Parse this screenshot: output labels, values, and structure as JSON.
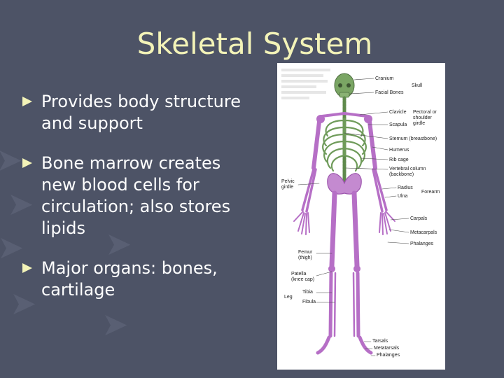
{
  "slide": {
    "title": "Skeletal System",
    "bullets": [
      "Provides body structure and support",
      "Bone marrow creates new blood cells for circulation; also stores lipids",
      "Major organs: bones, cartilage"
    ]
  },
  "colors": {
    "background": "#4d5366",
    "title": "#f3f3b8",
    "bullet_text": "#ffffff",
    "bone_purple": "#b66fc6",
    "bone_green": "#6f9b5a"
  },
  "figure": {
    "labels": {
      "cranium": "Cranium",
      "facial_bones": "Facial Bones",
      "skull": "Skull",
      "clavicle": "Clavicle",
      "scapula": "Scapula",
      "pectoral_girdle": "Pectoral or shoulder girdle",
      "sternum": "Sternum (breastbone)",
      "humerus": "Humerus",
      "rib_cage": "Rib cage",
      "vertebral_column": "Vertebral column (backbone)",
      "pelvic_girdle": "Pelvic girdle",
      "radius": "Radius",
      "ulna": "Ulna",
      "forearm": "Forearm",
      "carpals": "Carpals",
      "metacarpals": "Metacarpals",
      "phalanges_hand": "Phalanges",
      "femur": "Femur (thigh)",
      "patella": "Patella (knee cap)",
      "leg": "Leg",
      "tibia": "Tibia",
      "fibula": "Fibula",
      "tarsals": "Tarsals",
      "metatarsals": "Metatarsals",
      "phalanges_foot": "Phalanges"
    }
  }
}
